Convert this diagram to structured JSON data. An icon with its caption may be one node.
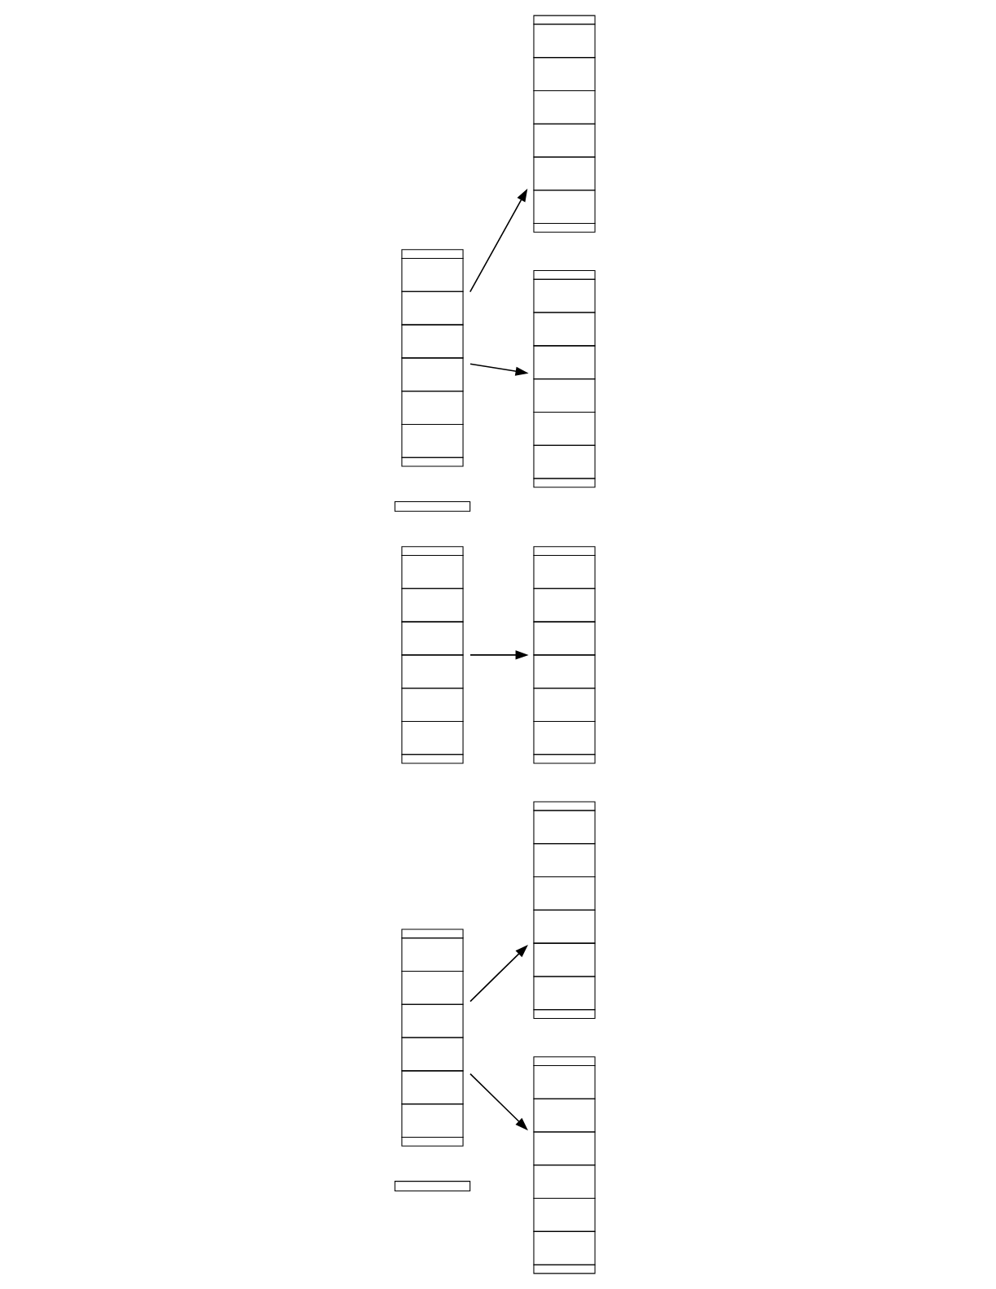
{
  "diagram": {
    "nodes": [
      {
        "text": [],
        "shape": "box"
      },
      {
        "text": [],
        "shape": "table"
      },
      {
        "text": [],
        "shape": "table"
      },
      {
        "text": [],
        "shape": "table"
      },
      {
        "text": [],
        "shape": "table"
      },
      {
        "text": [],
        "shape": "table"
      },
      {
        "text": [],
        "shape": "box"
      },
      {
        "text": [],
        "shape": "table"
      },
      {
        "text": [],
        "shape": "table"
      },
      {
        "text": [],
        "shape": "table"
      }
    ],
    "edges": [
      {
        "from": 1,
        "to": 3,
        "arrow": "to"
      },
      {
        "from": 1,
        "to": 4,
        "arrow": "to"
      },
      {
        "from": 2,
        "to": 5,
        "arrow": "to"
      },
      {
        "from": 7,
        "to": 8,
        "arrow": "to"
      },
      {
        "from": 7,
        "to": 9,
        "arrow": "to"
      }
    ]
  }
}
